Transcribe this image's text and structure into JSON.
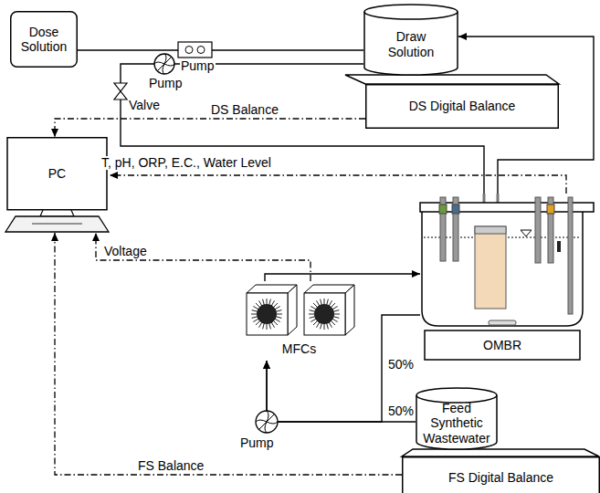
{
  "diagram": {
    "nodes": [
      {
        "text": [
          "Dose Solution"
        ]
      },
      {
        "text": [
          "Draw Solution"
        ]
      },
      {
        "text": [
          "DS Digital Balance"
        ]
      },
      {
        "text": [
          "PC"
        ]
      },
      {
        "text": [
          "MFCs"
        ]
      },
      {
        "text": [
          "OMBR"
        ]
      },
      {
        "text": [
          "Feed Synthetic Wastewater"
        ]
      },
      {
        "text": [
          "FS Digital Balance"
        ]
      }
    ],
    "edges": [
      {
        "from": 0,
        "to": 1,
        "arrow": "none"
      },
      {
        "from": 1,
        "to": 5,
        "arrow": "none"
      },
      {
        "from": 5,
        "to": 1,
        "arrow": "to"
      },
      {
        "from": 2,
        "to": 3,
        "label": "DS Balance",
        "arrow": "to"
      },
      {
        "from": 5,
        "to": 3,
        "label": "T, pH, ORP, E.C., Water Level",
        "arrow": "to"
      },
      {
        "from": 4,
        "to": 3,
        "label": "Voltage",
        "arrow": "to"
      },
      {
        "from": 4,
        "to": 5,
        "arrow": "to"
      },
      {
        "from": 5,
        "to": 4,
        "label": "50%",
        "arrow": "to"
      },
      {
        "from": 6,
        "to": 4,
        "label": "50%",
        "arrow": "to"
      },
      {
        "from": 7,
        "to": 3,
        "label": "FS Balance",
        "arrow": "to"
      }
    ],
    "labels": [
      "Pump",
      "Pump",
      "Valve",
      "Pump"
    ]
  }
}
